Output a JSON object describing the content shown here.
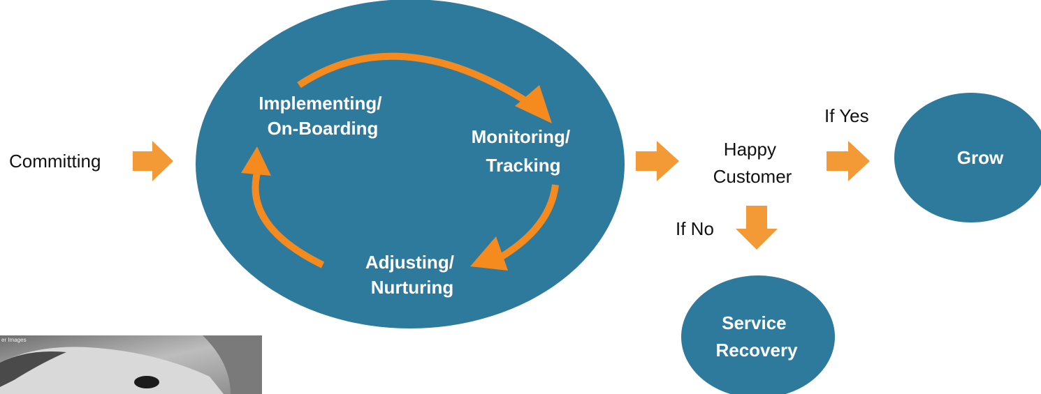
{
  "colors": {
    "bubble": "#2e7a9c",
    "arrow": "#f39a36",
    "cycle_arrow": "#f58a1f",
    "text_dark": "#111111",
    "text_light": "#ffffff"
  },
  "labels": {
    "committing": "Committing",
    "implementing": [
      "Implementing/",
      "On-Boarding"
    ],
    "monitoring": [
      "Monitoring/",
      "Tracking"
    ],
    "adjusting": [
      "Adjusting/",
      "Nurturing"
    ],
    "happy_customer": [
      "Happy",
      "Customer"
    ],
    "if_yes": "If Yes",
    "if_no": "If No",
    "grow": "Grow",
    "service_recovery": [
      "Service",
      "Recovery"
    ]
  },
  "photo": {
    "caption": "er Images",
    "icon": "dog-photo"
  }
}
